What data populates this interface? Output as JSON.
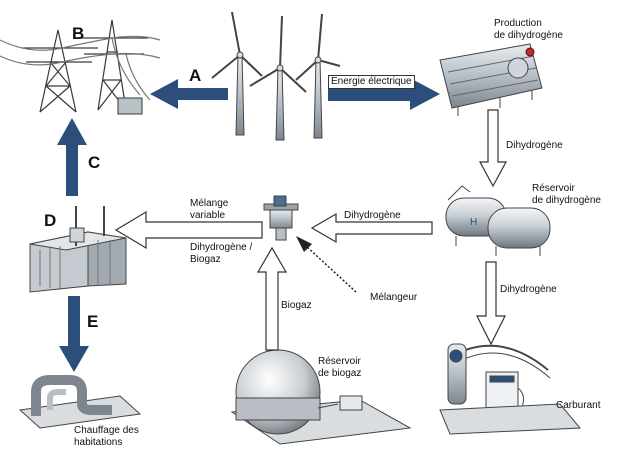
{
  "letters": {
    "a": "A",
    "b": "B",
    "c": "C",
    "d": "D",
    "e": "E"
  },
  "labels": {
    "production": "Production\nde dihydrogène",
    "energie": "Energie électrique",
    "dihydrogene_1": "Dihydrogène",
    "reservoir_h2": "Réservoir\nde dihydrogène",
    "dihydrogene_2": "Dihydrogène",
    "dihydrogene_3": "Dihydrogène",
    "melange": "Mélange\nvariable",
    "dihydrogene_biogaz": "Dihydrogène /\nBiogaz",
    "melangeur": "Mélangeur",
    "biogaz": "Biogaz",
    "reservoir_biogaz": "Réservoir\nde biogaz",
    "carburant": "Carburant",
    "chauffage": "Chauffage des\nhabitations"
  },
  "colors": {
    "blue_arrow": "#2b4f7a",
    "outline_arrow": "#333333"
  }
}
